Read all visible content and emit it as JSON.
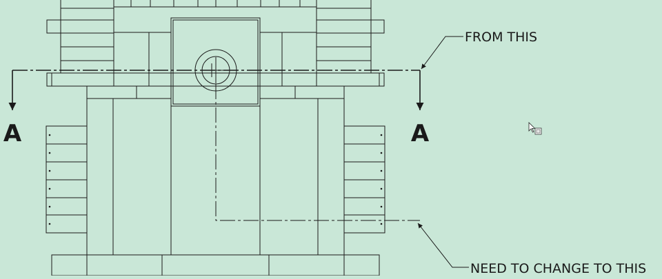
{
  "drawing": {
    "section_label_left": "A",
    "section_label_right": "A",
    "callout_top": "FROM THIS",
    "callout_bottom": "NEED TO CHANGE TO THIS"
  },
  "colors": {
    "background": "#c9e7d7",
    "line": "#1a1a1a"
  },
  "icons": {
    "cursor": "arrow-pointer-with-document-icon"
  }
}
